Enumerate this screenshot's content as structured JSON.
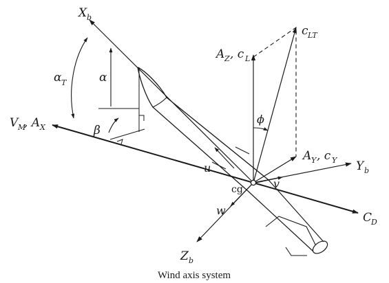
{
  "diagram": {
    "caption": "Wind axis system",
    "labels": {
      "xb_main": "X",
      "xb_sub": "b",
      "yb_main": "Y",
      "yb_sub": "b",
      "zb_main": "Z",
      "zb_sub": "b",
      "vm_main": "V",
      "vm_sub": "M",
      "ax_sep": ", A",
      "ax_sub": "X",
      "cd_main": "C",
      "cd_sub": "D",
      "clt_main": "c",
      "clt_sub": "LT",
      "az_main": "A",
      "az_sub": "Z",
      "cl_sep": ", c",
      "cl_sub": "L",
      "ay_main": "A",
      "ay_sub": "Y",
      "cy_sep": ", c",
      "cy_sub": "Y",
      "alpha_t_main": "α",
      "alpha_t_sub": "T",
      "alpha": "α",
      "beta": "β",
      "phi": "ϕ",
      "u": "u",
      "v": "v",
      "w": "w",
      "cg": "cg"
    }
  }
}
